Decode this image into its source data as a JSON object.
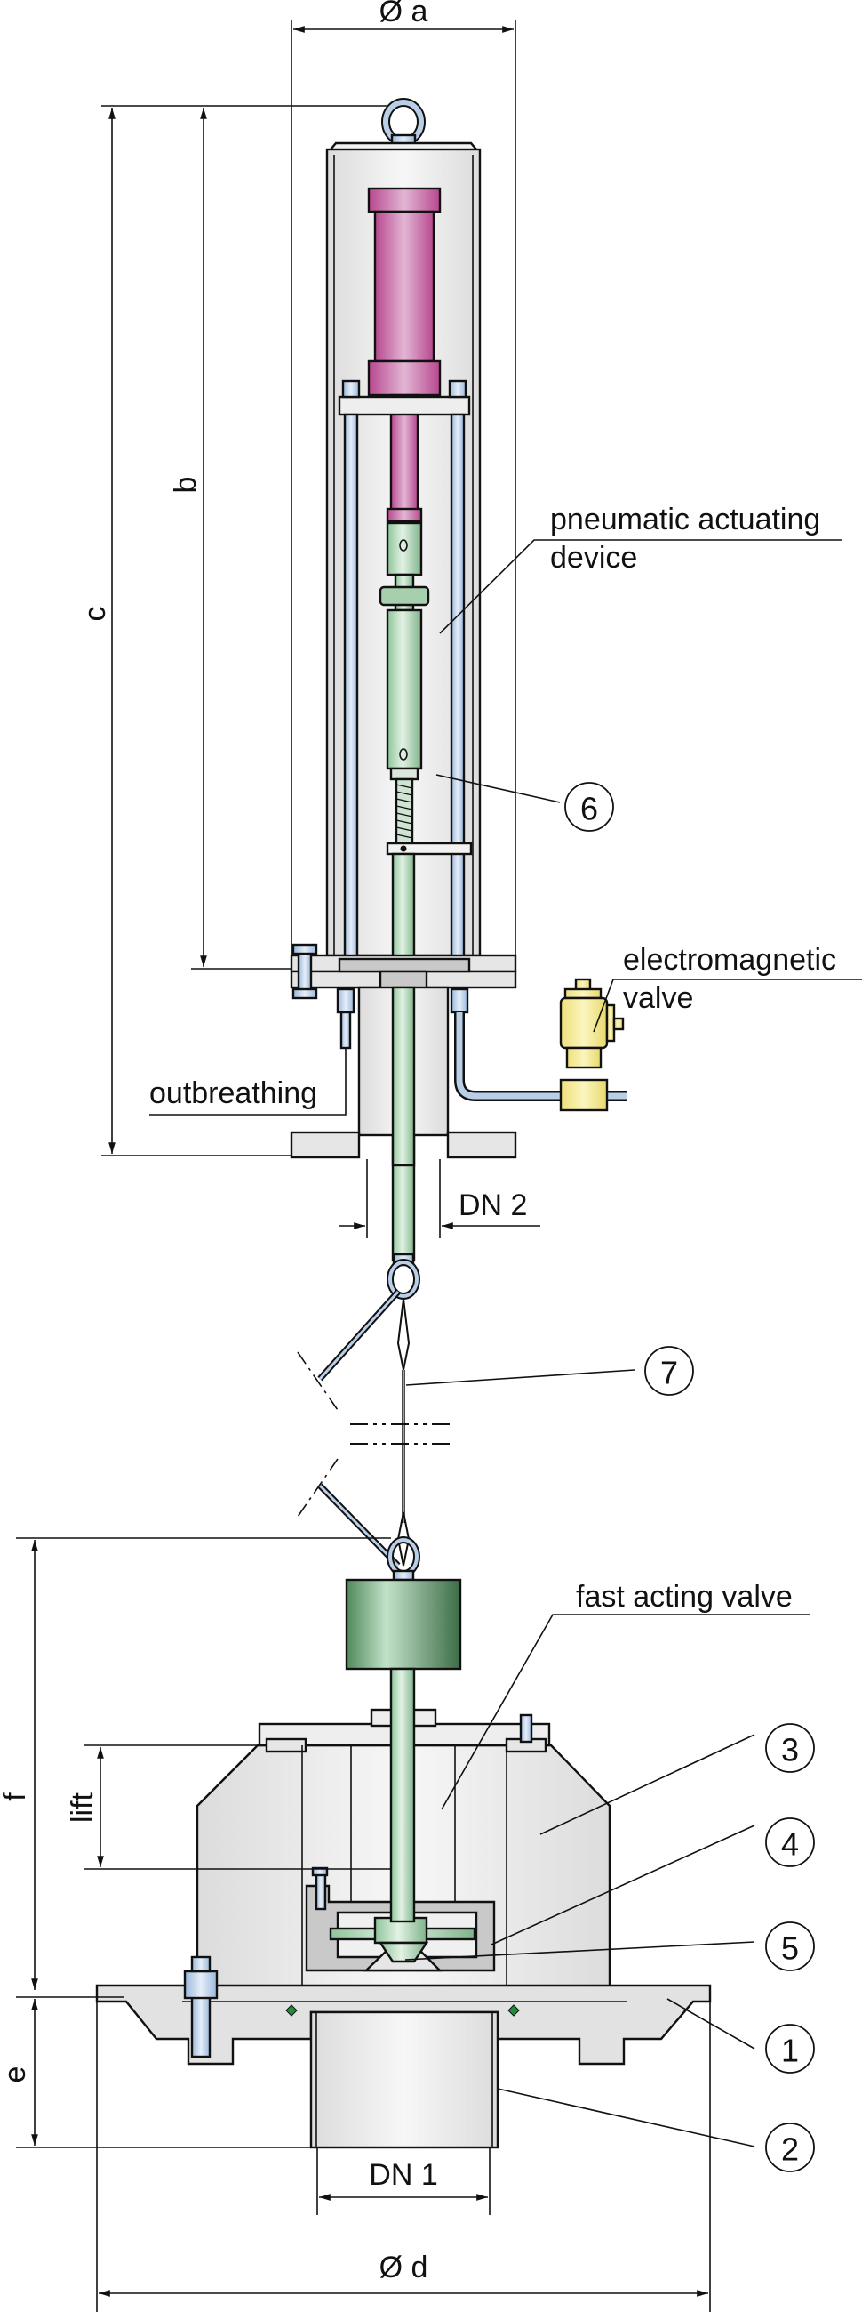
{
  "diagram": {
    "title": "Fast acting valve with pneumatic actuating device",
    "dimensions": {
      "a": "Ø a",
      "b": "b",
      "c": "c",
      "d": "Ø d",
      "e": "e",
      "f": "f",
      "lift": "lift",
      "dn1": "DN 1",
      "dn2": "DN 2"
    },
    "labels": {
      "pneumatic_line1": "pneumatic actuating",
      "pneumatic_line2": "device",
      "electro_line1": "electromagnetic",
      "electro_line2": "valve",
      "outbreathing": "outbreathing",
      "fast_acting": "fast acting valve"
    },
    "callouts": [
      "1",
      "2",
      "3",
      "4",
      "5",
      "6",
      "7"
    ],
    "colors": {
      "cylinder": "#c45aa3",
      "rod": "#b7dcbc",
      "weight": "#5e9a6c",
      "tie_rod": "#b9cfe8",
      "solenoid": "#f6ec93",
      "housing": "#ececec",
      "section": "#c9c9c9",
      "seal": "#1f8f3e"
    }
  }
}
